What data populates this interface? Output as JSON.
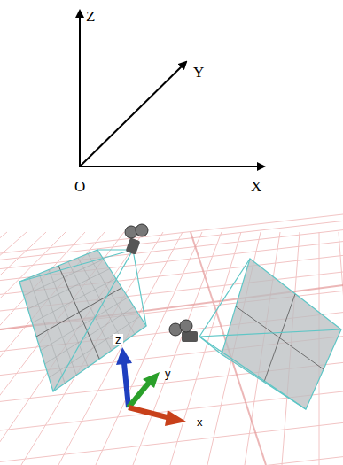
{
  "diagram": {
    "labels": [
      "Z",
      "Y",
      "O",
      "X",
      "z",
      "y",
      "x"
    ]
  }
}
